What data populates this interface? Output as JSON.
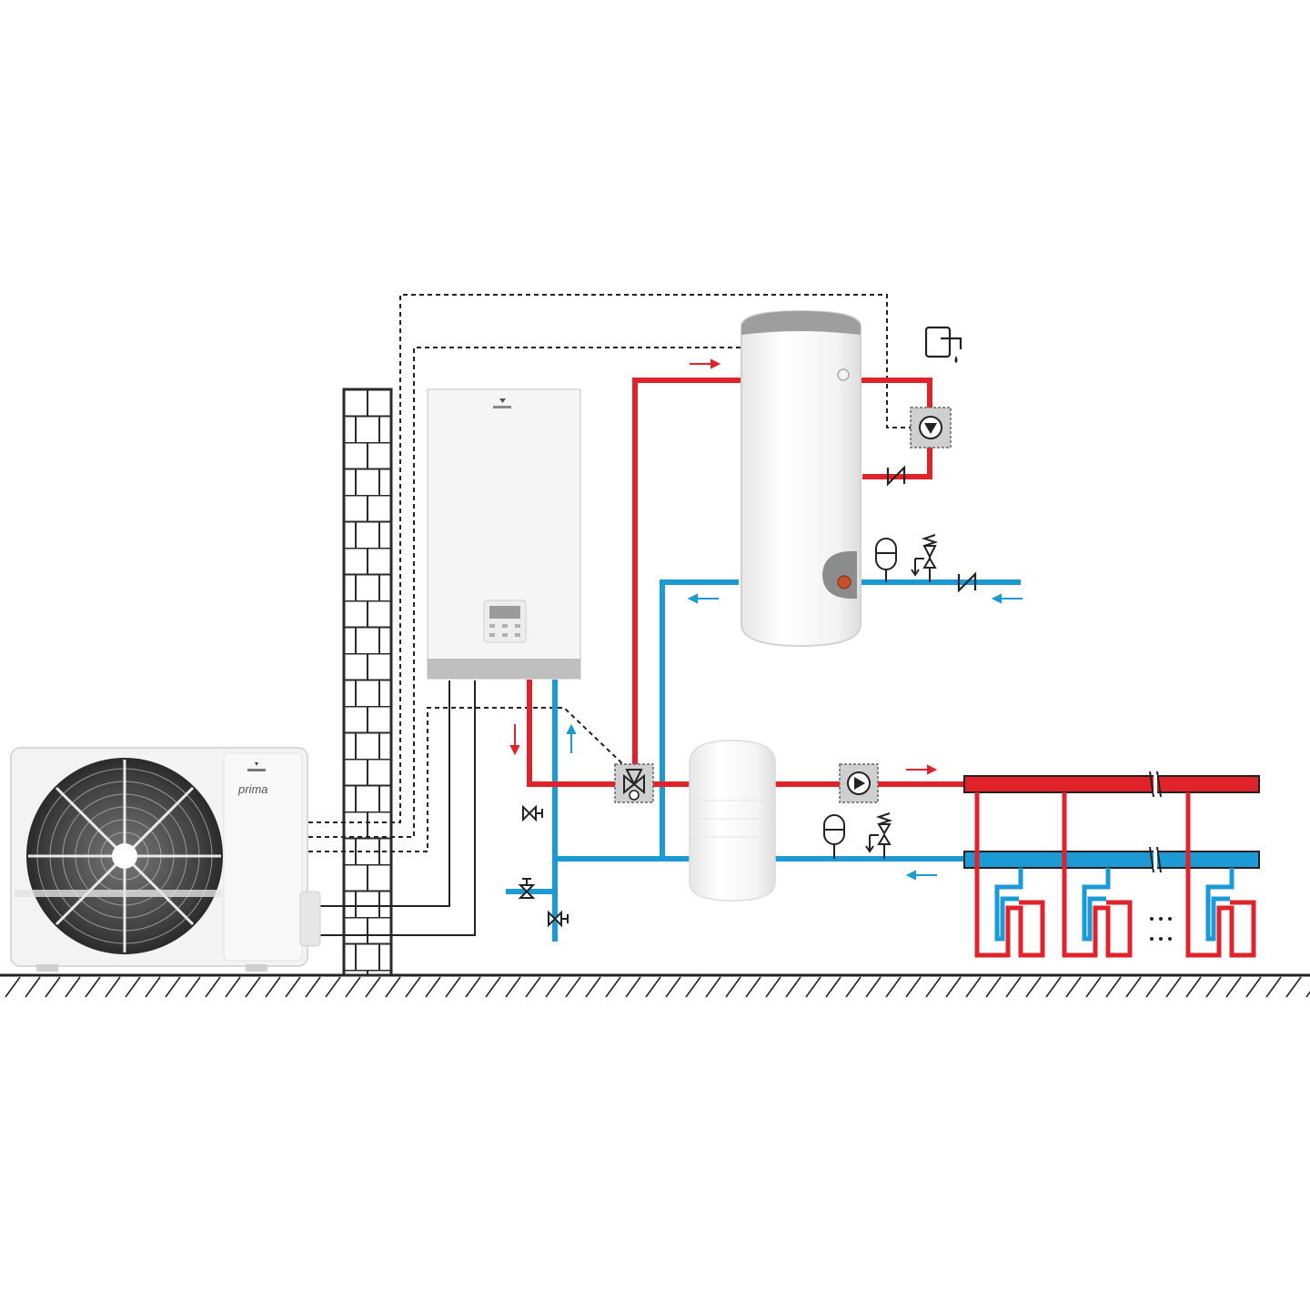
{
  "outdoor_unit": {
    "model_label": "prima"
  },
  "colors": {
    "supply": "#e0232b",
    "return": "#1b9ad6",
    "control_wire": "#222222",
    "ground": "#222222",
    "wall": "#ffffff",
    "unit_body": "#f1f1f1"
  },
  "icons": [
    "outdoor-heat-pump-unit",
    "brick-wall",
    "indoor-hydro-unit",
    "dhw-cylinder",
    "buffer-tank",
    "three-way-valve-icon",
    "circulation-pump-icon",
    "expansion-vessel-icon",
    "safety-valve-icon",
    "check-valve-icon",
    "ball-valve-icon",
    "faucet-icon",
    "underfloor-loop-icon",
    "flow-arrow-icon"
  ]
}
